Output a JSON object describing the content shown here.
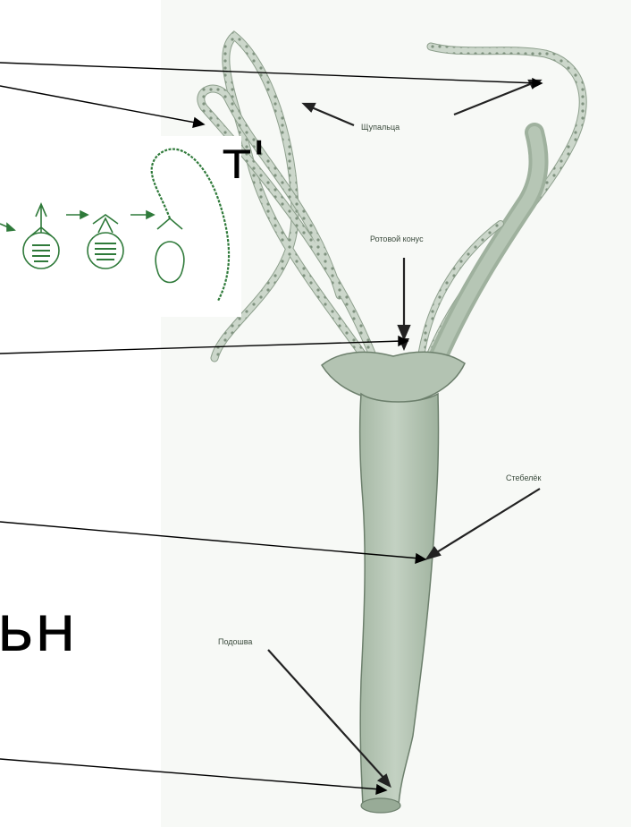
{
  "colors": {
    "background": "#ffffff",
    "body_fill": "#b9c8b8",
    "body_shadow": "#97aa96",
    "outline": "#5b6e5c",
    "inset_stroke": "#2f7a3a",
    "pointer": "#000000"
  },
  "slide_fragments": {
    "top_right_fragment": "т'",
    "middle_fragment": "ьн"
  },
  "labels": {
    "tentacles": "Щупальца",
    "oral_cone": "Ротовой конус",
    "stalk": "Стебелёк",
    "sole": "Подошва"
  },
  "inset": {
    "description_icons": [
      "stinging-cell-coiled-icon",
      "stinging-cell-discharging-icon",
      "stinging-cell-discharged-icon"
    ]
  }
}
